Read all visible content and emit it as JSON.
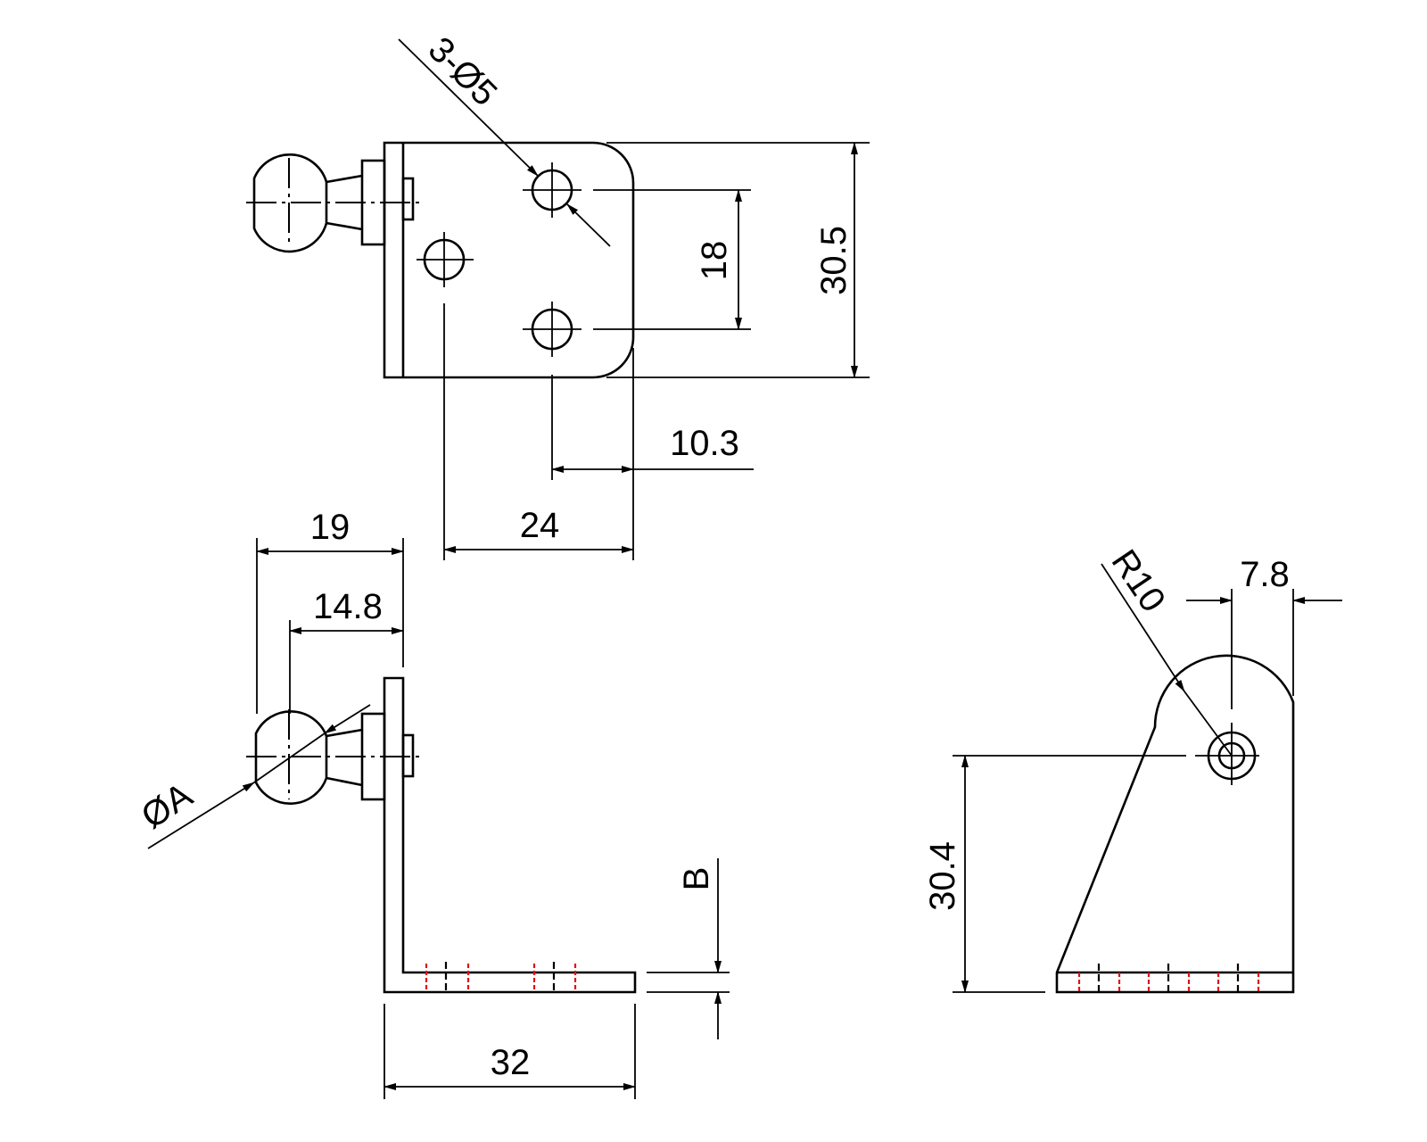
{
  "drawing": {
    "top_view": {
      "hole_callout": "3-Ø5",
      "dim_height": "30.5",
      "dim_hole_spacing": "18",
      "dim_edge_offset": "10.3",
      "dim_hole_offset": "24"
    },
    "side_view": {
      "dim_ball_offset": "19",
      "dim_ball_center": "14.8",
      "ball_diameter_label": "ØA",
      "thickness_label": "B",
      "dim_length": "32"
    },
    "end_view": {
      "radius_label": "R10",
      "dim_hole_edge": "7.8",
      "dim_hole_height": "30.4"
    },
    "colors": {
      "line": "#000000",
      "hidden_mark": "#e0101a"
    }
  }
}
